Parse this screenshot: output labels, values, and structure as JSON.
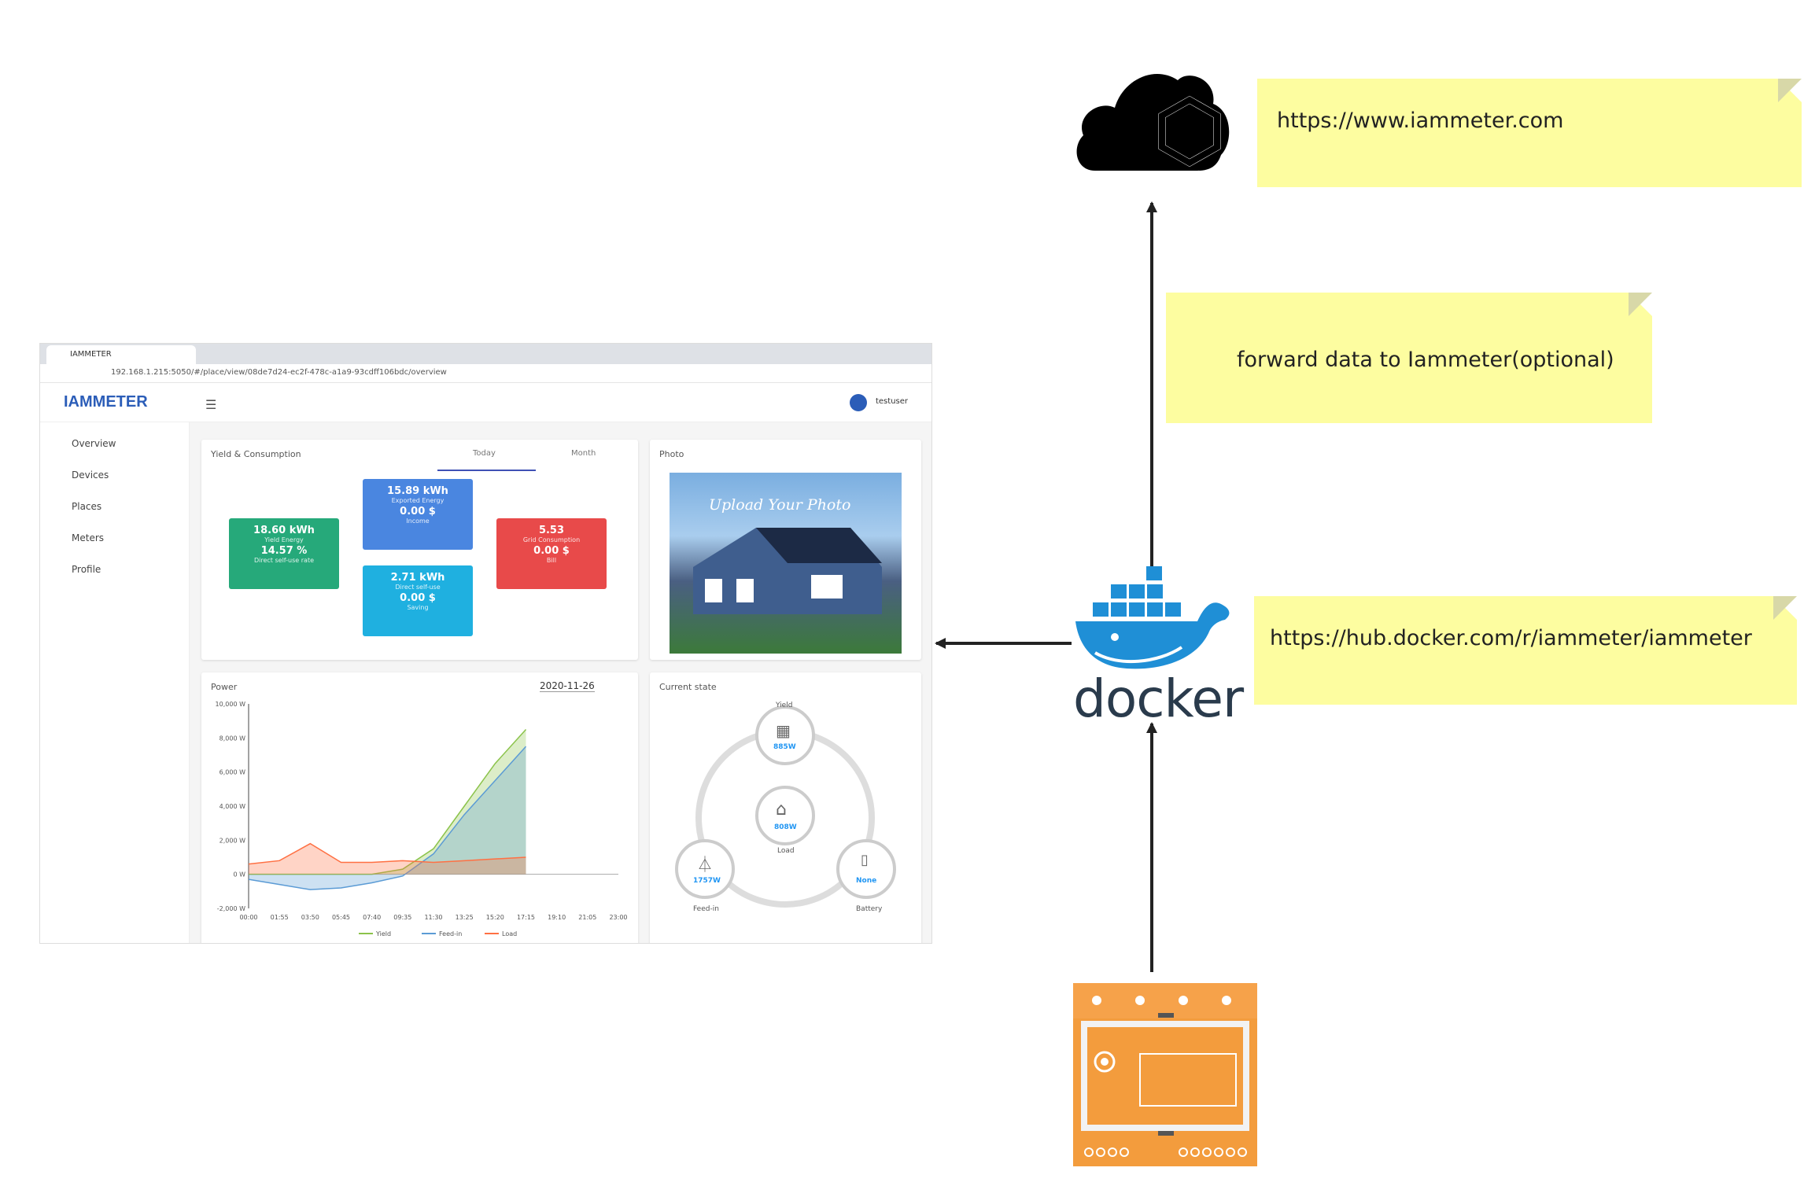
{
  "notes": {
    "cloud_url": "https://www.iammeter.com",
    "forward": "forward data to Iammeter(optional)",
    "docker_url": "https://hub.docker.com/r/iammeter/iammeter"
  },
  "docker": {
    "wordmark": "docker"
  },
  "browser": {
    "tab_title": "IAMMETER",
    "address": "192.168.1.215:5050/#/place/view/08de7d24-ec2f-478c-a1a9-93cdff106bdc/overview",
    "logo": "IAMMETER",
    "user": "testuser",
    "sidebar": {
      "overview": "Overview",
      "devices": "Devices",
      "places": "Places",
      "meters": "Meters",
      "profile": "Profile"
    },
    "yield_card": {
      "title": "Yield & Consumption",
      "tab_today": "Today",
      "tab_month": "Month",
      "k1_value": "18.60 kWh",
      "k1_label": "Yield Energy",
      "k1_value2": "14.57 %",
      "k1_label2": "Direct self-use rate",
      "k2_value": "15.89 kWh",
      "k2_label": "Exported Energy",
      "k2_value2": "0.00 $",
      "k2_label2": "Income",
      "k3_value": "2.71 kWh",
      "k3_label": "Direct self-use",
      "k3_value2": "0.00 $",
      "k3_label2": "Saving",
      "k4_value": "5.53",
      "k4_label": "Grid Consumption",
      "k4_value2": "0.00 $",
      "k4_label2": "Bill"
    },
    "photo_card": {
      "title": "Photo",
      "overlay": "Upload Your Photo"
    },
    "power_card": {
      "title": "Power",
      "date": "2020-11-26",
      "legend_yield": "Yield",
      "legend_feedin": "Feed-in",
      "legend_load": "Load"
    },
    "state_card": {
      "title": "Current state",
      "yield_label": "Yield",
      "yield_value": "885W",
      "load_label": "Load",
      "load_value": "808W",
      "feedin_label": "Feed-in",
      "feedin_value": "1757W",
      "battery_label": "Battery",
      "battery_value": "None"
    }
  },
  "chart_data": {
    "type": "area",
    "title": "Power",
    "x": [
      "00:00",
      "01:55",
      "03:50",
      "05:45",
      "07:40",
      "09:35",
      "11:30",
      "13:25",
      "15:20",
      "17:15",
      "19:10",
      "21:05",
      "23:00"
    ],
    "yticks": [
      "10,000 W",
      "8,000 W",
      "6,000 W",
      "4,000 W",
      "2,000 W",
      "0 W",
      "-2,000 W"
    ],
    "ylim": [
      -2000,
      10000
    ],
    "series": [
      {
        "name": "Yield",
        "color": "#8bc34a",
        "values": [
          0,
          0,
          0,
          0,
          0,
          300,
          1500,
          4000,
          6500,
          8500,
          null,
          null,
          null
        ]
      },
      {
        "name": "Feed-in",
        "color": "#5b9bd5",
        "values": [
          -300,
          -600,
          -900,
          -800,
          -500,
          -100,
          1200,
          3500,
          5500,
          7500,
          null,
          null,
          null
        ]
      },
      {
        "name": "Load",
        "color": "#ff7043",
        "values": [
          600,
          800,
          1800,
          700,
          700,
          800,
          700,
          800,
          900,
          1000,
          null,
          null,
          null
        ]
      }
    ]
  }
}
